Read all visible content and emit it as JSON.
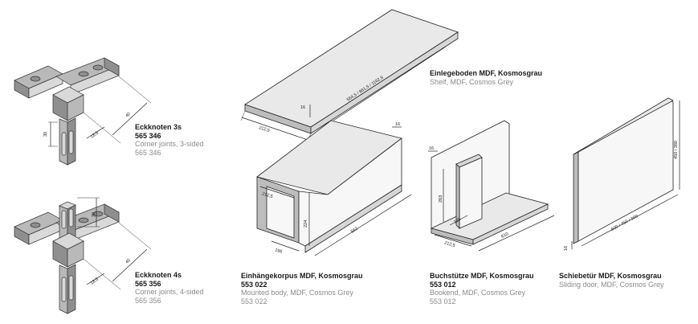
{
  "products": [
    {
      "title": "Eckknoten 3s",
      "number": "565 346",
      "english": "Corner joints, 3-sided",
      "number2": "565 346",
      "dims": {
        "length": "40",
        "height": "30",
        "width": "18,5"
      }
    },
    {
      "title": "Eckknoten 4s",
      "number": "565 356",
      "english": "Corner joints, 4-sided",
      "number2": "565 356",
      "dims": {
        "length": "40",
        "height": "30",
        "width": "18,5"
      }
    },
    {
      "title": "Einlegeboden MDF, Kosmosgrau",
      "english": "Shelf, MDF, Cosmos Grey",
      "dims": {
        "thickness": "16",
        "depth": "212,5",
        "length": "564,5 / 861,5 / 1162,5"
      }
    },
    {
      "title": "Einhängekorpus MDF, Kosmosgrau",
      "number": "553 022",
      "english": "Mounted body, MDF, Cosmos Grey",
      "number2": "553 022",
      "dims": {
        "thickness": "16",
        "depth": "212,5",
        "length": "562",
        "height": "224",
        "inner": "196"
      }
    },
    {
      "title": "Buchstütze MDF, Kosmosgrau",
      "number": "553 012",
      "english": "Bookend, MDF, Cosmos Grey",
      "number2": "553 012",
      "dims": {
        "thickness": "16",
        "height": "263",
        "inner": "120",
        "depth": "212,5",
        "length": "610"
      }
    },
    {
      "title": "Schiebetür MDF, Kosmosgrau",
      "english": "Sliding door, MDF, Cosmos Grey",
      "dims": {
        "thickness": "16",
        "height": "450 / 380",
        "length": "600 / 450 / 300"
      }
    }
  ]
}
